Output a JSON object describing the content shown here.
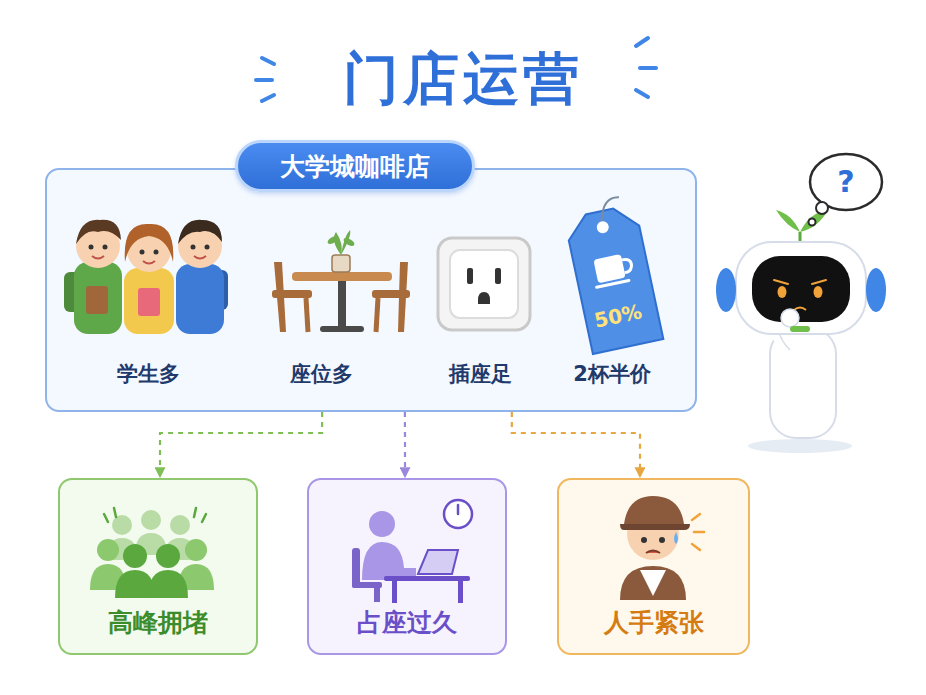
{
  "diagram": {
    "title": "门店运营",
    "nodes": [
      {
        "text": [
          "大学城咖啡店"
        ]
      },
      {
        "text": [
          "高峰拥堵"
        ]
      },
      {
        "text": [
          "占座过久"
        ]
      },
      {
        "text": [
          "人手紧张"
        ]
      }
    ],
    "edges": [
      {
        "from": 0,
        "to": 1,
        "arrow": "to"
      },
      {
        "from": 0,
        "to": 2,
        "arrow": "to"
      },
      {
        "from": 0,
        "to": 3,
        "arrow": "to"
      }
    ],
    "labels": [
      "学生多",
      "座位多",
      "插座足",
      "2杯半价",
      "50%",
      "?"
    ]
  }
}
